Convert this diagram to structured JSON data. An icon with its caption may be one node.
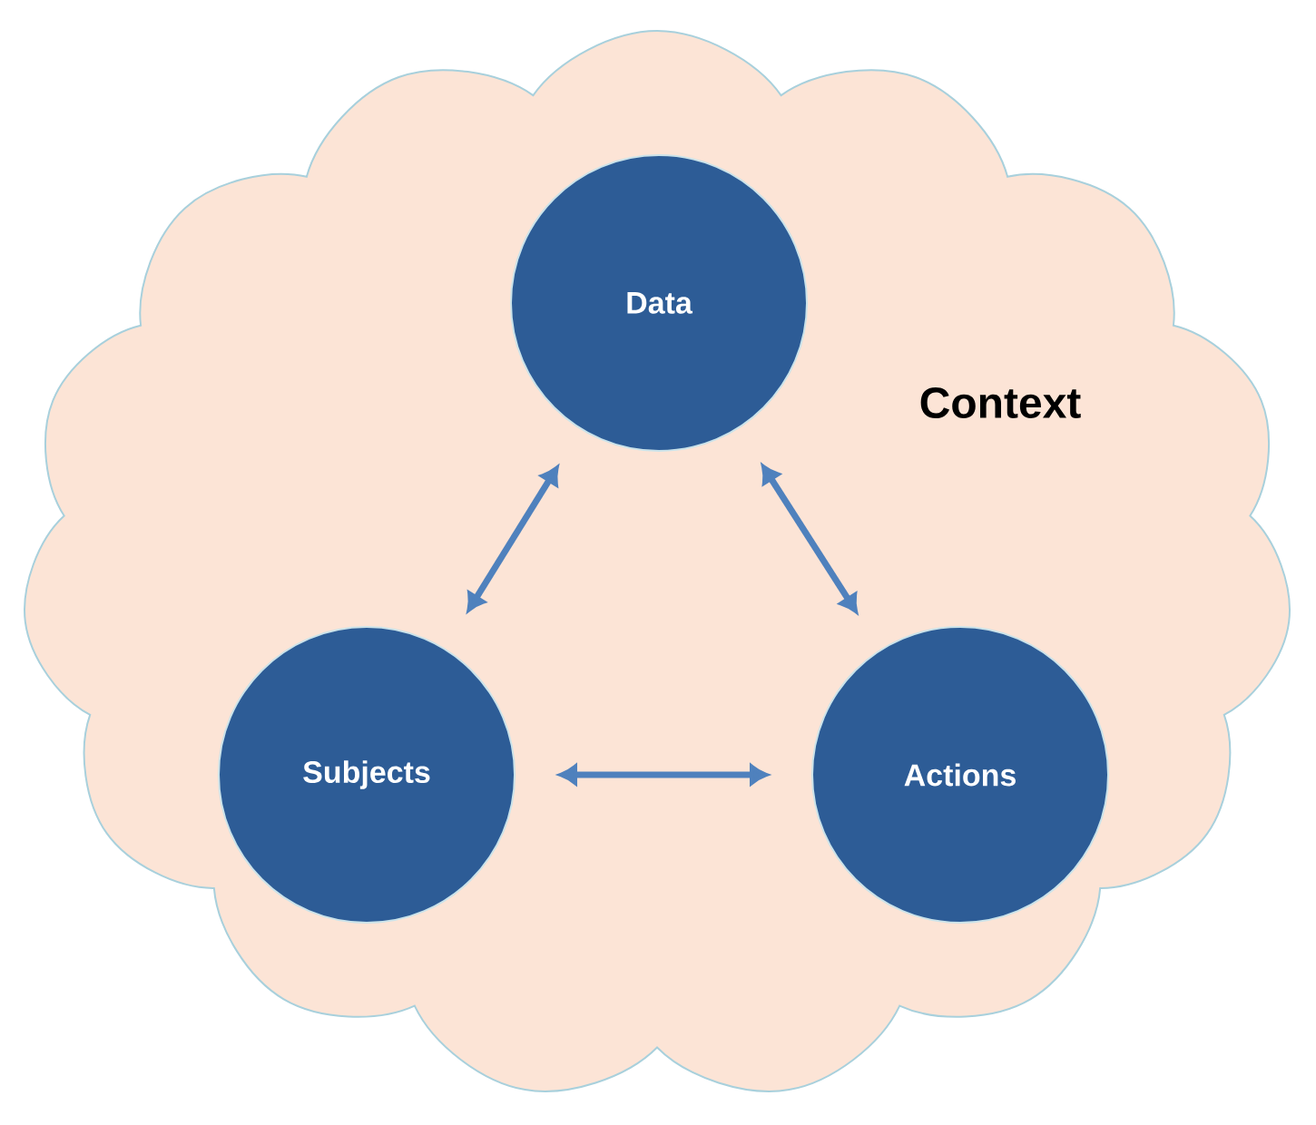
{
  "diagram": {
    "nodes": [
      {
        "text": [
          "Context"
        ]
      },
      {
        "text": [
          "Data"
        ],
        "in": 0
      },
      {
        "text": [
          "Subjects"
        ],
        "in": 0
      },
      {
        "text": [
          "Actions"
        ],
        "in": 0
      }
    ],
    "edges": [
      {
        "from": 1,
        "to": 2,
        "arrow": "both"
      },
      {
        "from": 1,
        "to": 3,
        "arrow": "both"
      },
      {
        "from": 2,
        "to": 3,
        "arrow": "both"
      }
    ]
  }
}
